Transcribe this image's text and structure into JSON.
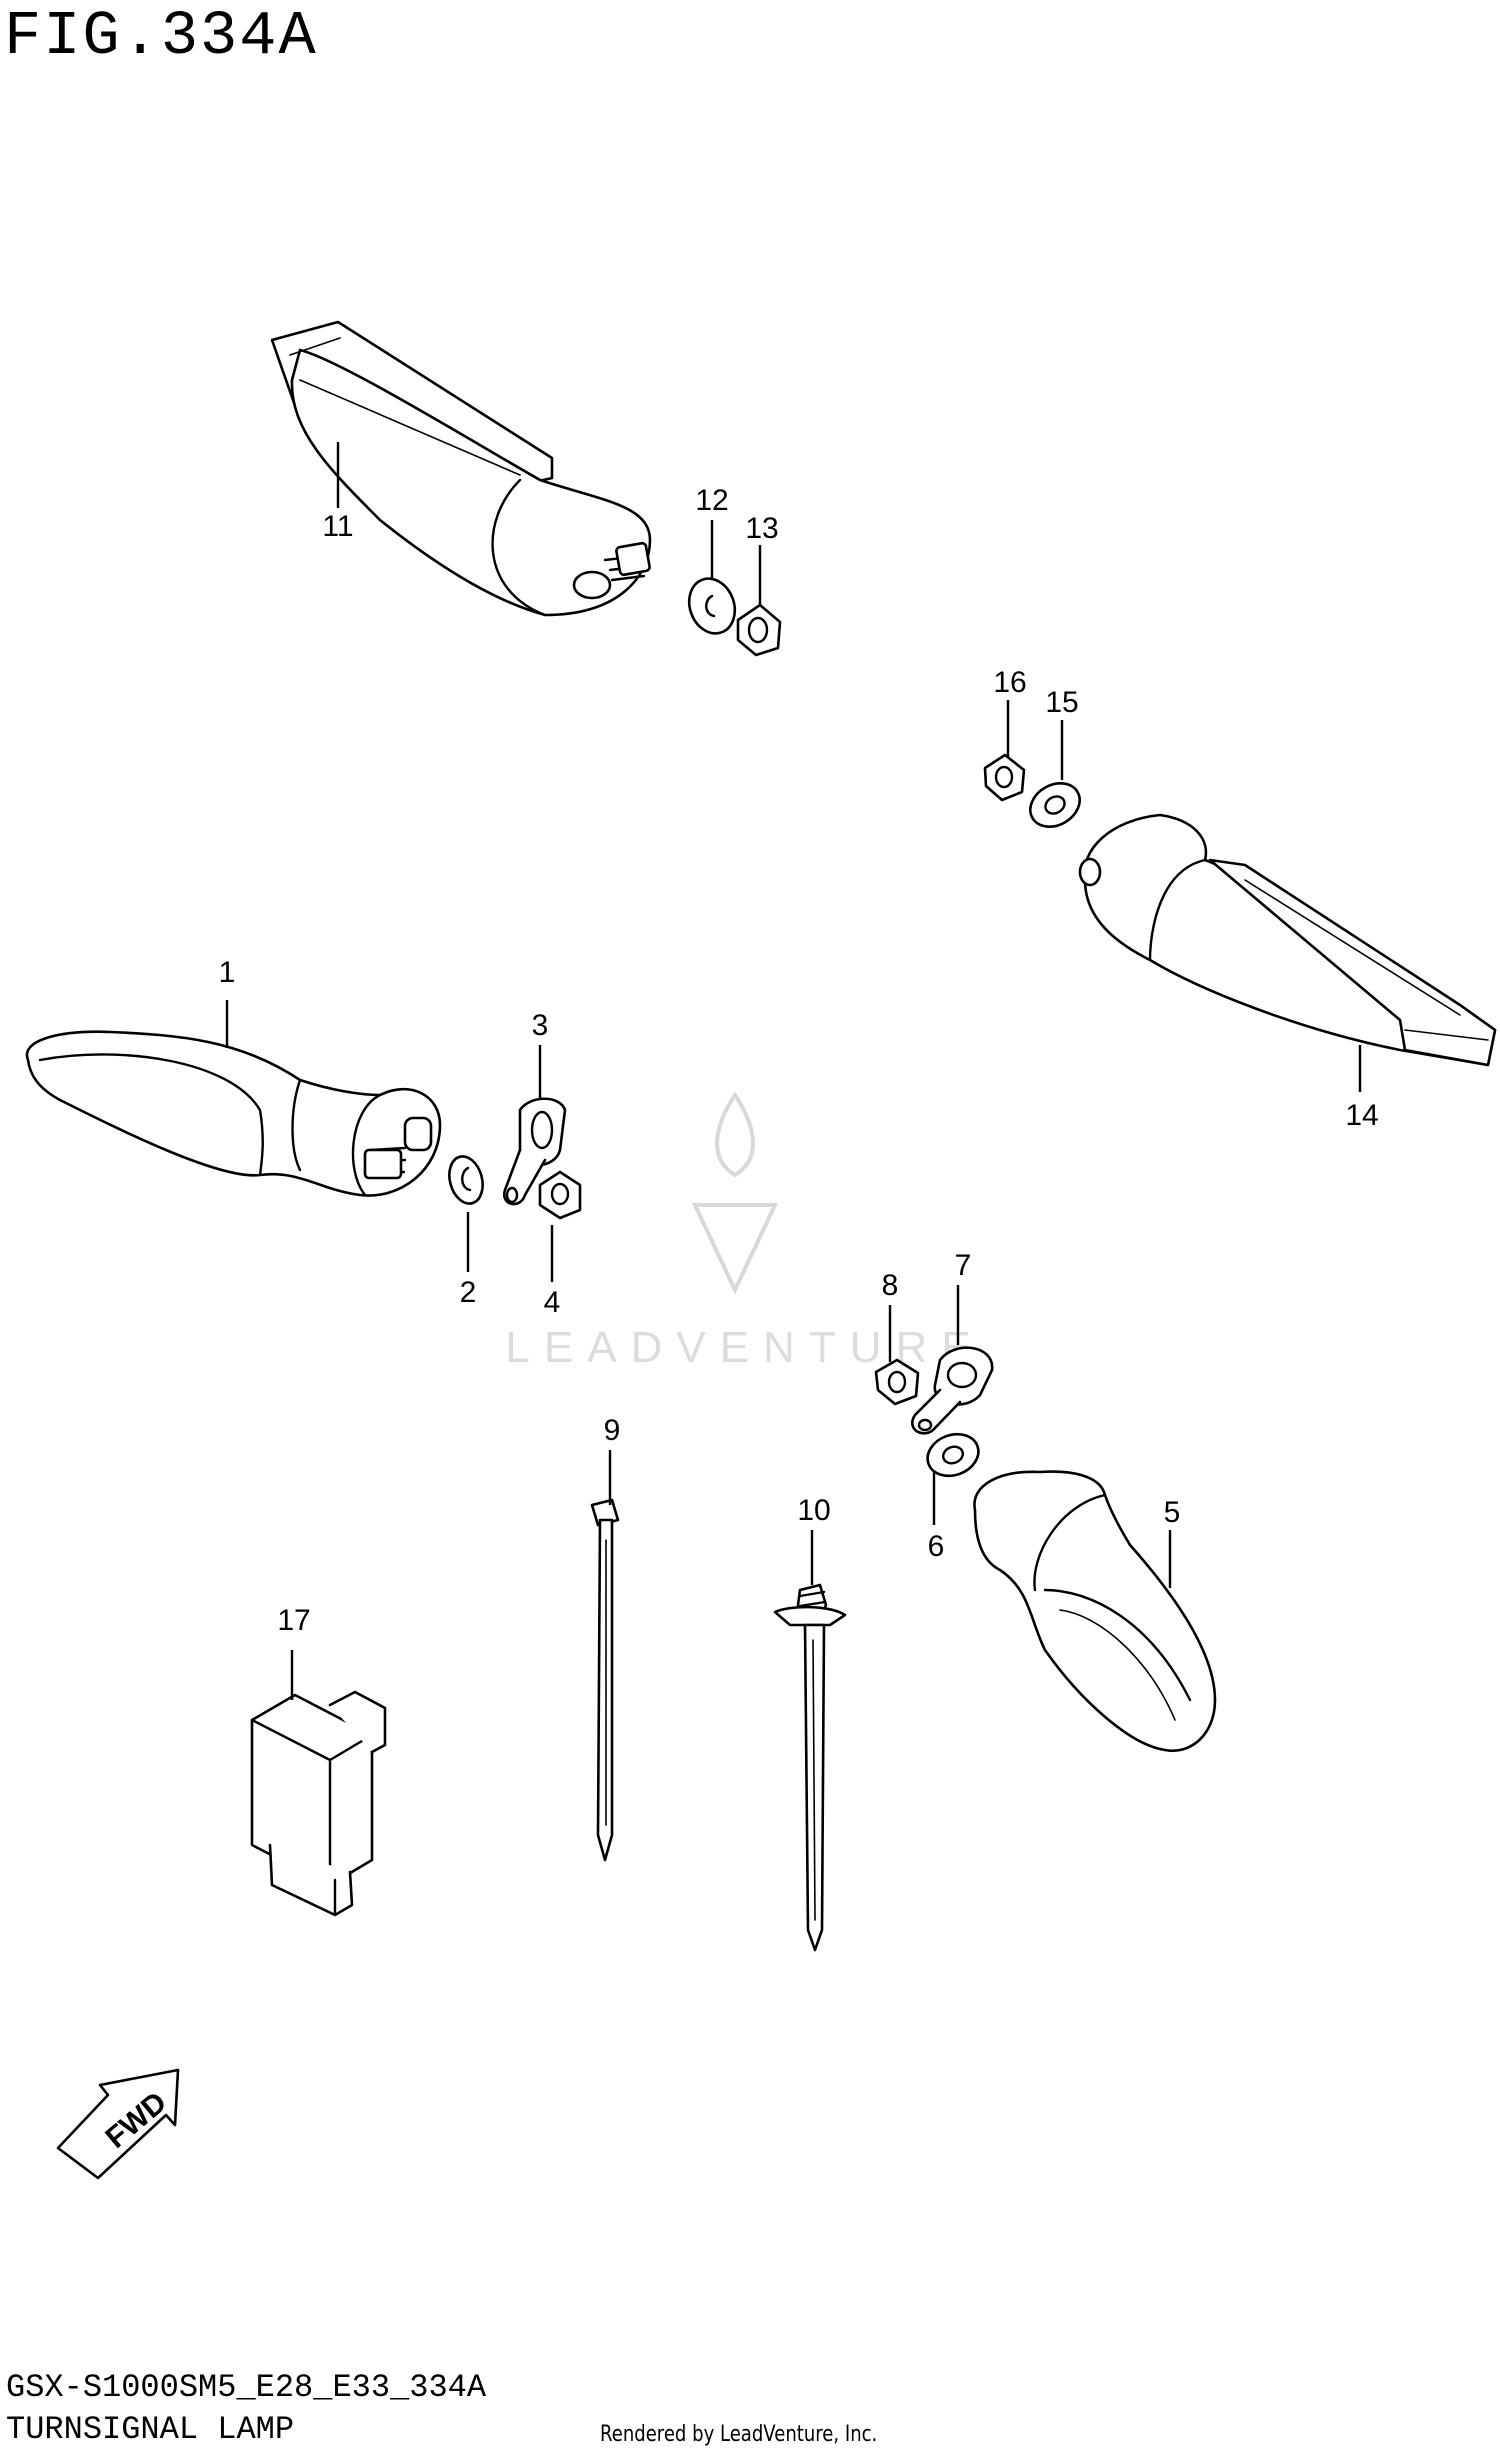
{
  "figure_title": "FIG.334A",
  "model_code": "GSX-S1000SM5_E28_E33_334A",
  "section_name": "TURNSIGNAL LAMP",
  "rendered_by": "Rendered by LeadVenture, Inc.",
  "watermark_text": "LEADVENTURE",
  "fwd_label": "FWD",
  "callouts": {
    "p1": "1",
    "p2": "2",
    "p3": "3",
    "p4": "4",
    "p5": "5",
    "p6": "6",
    "p7": "7",
    "p8": "8",
    "p9": "9",
    "p10": "10",
    "p11": "11",
    "p12": "12",
    "p13": "13",
    "p14": "14",
    "p15": "15",
    "p16": "16",
    "p17": "17"
  }
}
